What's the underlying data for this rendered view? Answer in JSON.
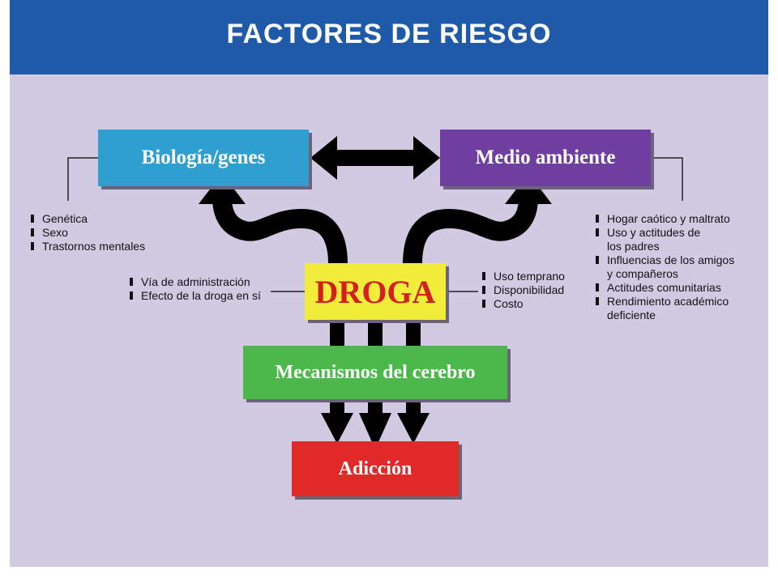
{
  "title": "FACTORES DE RIESGO",
  "nodes": {
    "biologia": "Biología/genes",
    "medio": "Medio ambiente",
    "droga": "DROGA",
    "cerebro": "Mecanismos del cerebro",
    "adiccion": "Adicción"
  },
  "lists": {
    "biologia": [
      "Genética",
      "Sexo",
      "Trastornos mentales"
    ],
    "droga_left": [
      "Vía de administración",
      "Efecto de la droga en sí"
    ],
    "droga_right": [
      "Uso temprano",
      "Disponibilidad",
      "Costo"
    ],
    "medio": [
      {
        "text": "Hogar caótico y maltrato",
        "bullet": true
      },
      {
        "text": "Uso y actitudes de",
        "bullet": true
      },
      {
        "text": "los padres",
        "bullet": false
      },
      {
        "text": "Influencias de los amigos",
        "bullet": true
      },
      {
        "text": "y compañeros",
        "bullet": false
      },
      {
        "text": "Actitudes comunitarias",
        "bullet": true
      },
      {
        "text": "Rendimiento académico",
        "bullet": true
      },
      {
        "text": "deficiente",
        "bullet": false
      }
    ]
  },
  "colors": {
    "background": "#d2cae3",
    "header": "#1f5aa8",
    "biologia": "#2f9fd0",
    "medio": "#6f3fa0",
    "droga": "#f2ed3a",
    "droga_text": "#d41f1f",
    "cerebro": "#4cb74b",
    "adiccion": "#e02a2a",
    "arrows": "#000000"
  }
}
